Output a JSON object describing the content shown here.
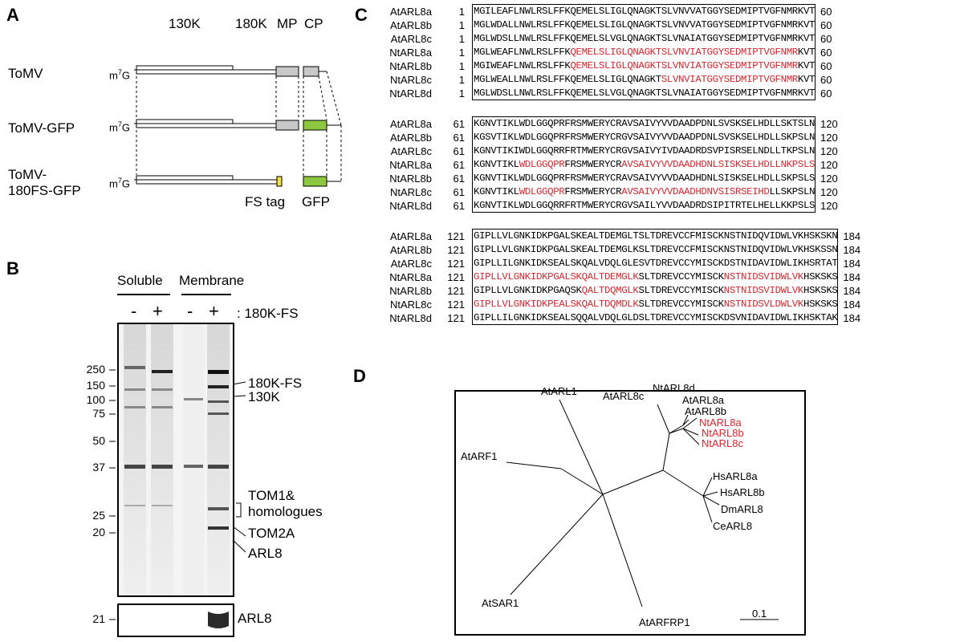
{
  "panelA": {
    "label": "A",
    "header_130k": "130K",
    "header_180k": "180K",
    "header_mp": "MP",
    "header_cp": "CP",
    "cap": "m7G",
    "constructs": [
      "ToMV",
      "ToMV-GFP",
      "ToMV-\n180FS-GFP"
    ],
    "fs_tag": "FS tag",
    "gfp": "GFP",
    "colors": {
      "gray_box": "#c8c8c8",
      "gfp": "#8dc63f",
      "fs": "#f2e23a"
    }
  },
  "panelB": {
    "label": "B",
    "soluble": "Soluble",
    "membrane": "Membrane",
    "lanes": [
      "-",
      "+",
      "-",
      "+"
    ],
    "lane_condition": ": 180K-FS",
    "mw_markers": [
      "250",
      "150",
      "100",
      "75",
      "50",
      "37",
      "25",
      "20"
    ],
    "band_labels": [
      "180K-FS",
      "130K",
      "TOM1&",
      "homologues",
      "TOM2A",
      "ARL8"
    ],
    "blot_marker": "21",
    "blot_label": "ARL8"
  },
  "panelC": {
    "label": "C",
    "blocks": [
      {
        "start": "1",
        "end": "60",
        "rows": [
          {
            "name": "AtARL8a",
            "seq": "MGILEAFLNWLRSLFFKQEMELSLIGLQNAGKTSLVNVVATGGYSEDMIPTVGFNMRKVT",
            "red": []
          },
          {
            "name": "AtARL8b",
            "seq": "MGLWDALLNWLRSLFFKQEMELSLIGLQNAGKTSLVNVVATGGYSEDMIPTVGFNMRKVT",
            "red": []
          },
          {
            "name": "AtARL8c",
            "seq": "MGLWDSLLNWLRSLFFKQEMELSLVGLQNAGKTSLVNAIATGGYSEDMIPTVGFNMRKVT",
            "red": []
          },
          {
            "name": "NtARL8a",
            "seq": "MGLWEAFLNWLRSLFFKQEMELSLIGLQNAGKTSLVNVIATGGYSEDMIPTVGFNMRKVT",
            "red": [
              [
                17,
                57
              ]
            ]
          },
          {
            "name": "NtARL8b",
            "seq": "MGIWEAFLNWLRSLFFKQEMELSLIGLQNAGKTSLVNVIATGGYSEDMIPTVGFNMRKVT",
            "red": [
              [
                17,
                57
              ]
            ]
          },
          {
            "name": "NtARL8c",
            "seq": "MGLWEALLNWLRSLFFKQEMELSLIGLQNAGKTSLVNVIATGGYSEDMIPTVGFNMRKVT",
            "red": [
              [
                33,
                57
              ]
            ]
          },
          {
            "name": "NtARL8d",
            "seq": "MGLWDSLLNWLRSLFFKQEMELSLVGLQNAGKTSLVNAIATGGYSEDMIPTVGFNMRKVT",
            "red": []
          }
        ]
      },
      {
        "start": "61",
        "end": "120",
        "rows": [
          {
            "name": "AtARL8a",
            "seq": "KGNVTIKLWDLGGQPRFRSMWERYCRAVSAIVYVVDAADPDNLSVSKSELHDLLSKTSLN",
            "red": []
          },
          {
            "name": "AtARL8b",
            "seq": "KGSVTIKLWDLGGQPRFRSMWERYCRGVSAIVYVVDAADPDNLSVSKSELHDLLSKPSLN",
            "red": []
          },
          {
            "name": "AtARL8c",
            "seq": "KGNVTIKIWDLGGQRRFRTMWERYCRGVSAIVYIVDAADRDSVPISRSELNDLLTKPSLN",
            "red": []
          },
          {
            "name": "NtARL8a",
            "seq": "KGNVTIKLWDLGGQPRFRSMWERYCRAVSAIVYVVDAADHDNLSISKSELHDLLNKPSLS",
            "red": [
              [
                8,
                16
              ],
              [
                26,
                60
              ]
            ]
          },
          {
            "name": "NtARL8b",
            "seq": "KGNVTIKLWDLGGQPRFRSMWERYCRAVSAIVYVVDAADHDNLSISKSELHDLLSKPSLS",
            "red": []
          },
          {
            "name": "NtARL8c",
            "seq": "KGNVTIKLWDLGGQPRFRSMWERYCRAVSAIVYVVDAADHDNVSISRSEIHDLLSKPSLN",
            "red": [
              [
                8,
                16
              ],
              [
                26,
                52
              ]
            ]
          },
          {
            "name": "NtARL8d",
            "seq": "KGNVTIKLWDLGGQRRFRTMWERYCRGVSAILYVVDAADRDSIPITRTELHELLKKPSLS",
            "red": []
          }
        ]
      },
      {
        "start": "121",
        "end": "184",
        "rows": [
          {
            "name": "AtARL8a",
            "seq": "GIPLLVLGNKIDKPGALSKEALTDEMGLTSLTDREVCCFMISCKNSTNIDQVIDWLVKHSKSKN",
            "red": []
          },
          {
            "name": "AtARL8b",
            "seq": "GIPLLVLGNKIDKPGALSKEALTDEMGLKSLTDREVCCFMISCKNSTNIDQVIDWLVKHSKSSN",
            "red": []
          },
          {
            "name": "AtARL8c",
            "seq": "GIPLLILGNKIDKSEALSKQALVDQLGLESVTDREVCCYMISCKDSTNIDAVIDWLIKHSRTAT",
            "red": []
          },
          {
            "name": "NtARL8a",
            "seq": "GIPLLVLGNKIDKPGALSKQALTDEMGLKSLTDREVCCYMISCKNSTNIDSVIDWLVKHSKSKS",
            "red": [
              [
                0,
                29
              ],
              [
                44,
                58
              ]
            ]
          },
          {
            "name": "NtARL8b",
            "seq": "GIPLLVLGNKIDKPGAQSKQALTDQMGLKSLTDREVCCYMISCKNSTNIDSVIDWLVKHSKSKS",
            "red": [
              [
                19,
                29
              ],
              [
                44,
                58
              ]
            ]
          },
          {
            "name": "NtARL8c",
            "seq": "GIPLLVLGNKIDKPEALSKQALTDQMDLKSLTDREVCCYMISCKNSTNIDSVLDWLVKHSKSKS",
            "red": [
              [
                0,
                29
              ],
              [
                44,
                58
              ]
            ]
          },
          {
            "name": "NtARL8d",
            "seq": "GIPLLILGNKIDKSEALSQQALVDQLGLDSLTDREVCCYMISCKDSVNIDAVIDWLIKHSKTAK",
            "red": []
          }
        ]
      }
    ]
  },
  "panelD": {
    "label": "D",
    "taxa": {
      "AtARL1": "AtARL1",
      "AtARF1": "AtARF1",
      "AtSAR1": "AtSAR1",
      "AtARFRP1": "AtARFRP1",
      "AtARL8c": "AtARL8c",
      "NtARL8d": "NtARL8d",
      "AtARL8a": "AtARL8a",
      "AtARL8b": "AtARL8b",
      "NtARL8a": "NtARL8a",
      "NtARL8b": "NtARL8b",
      "NtARL8c": "NtARL8c",
      "HsARL8a": "HsARL8a",
      "HsARL8b": "HsARL8b",
      "DmARL8": "DmARL8",
      "CeARL8": "CeARL8"
    },
    "scale": "0.1",
    "highlight_color": "#d8262e"
  }
}
